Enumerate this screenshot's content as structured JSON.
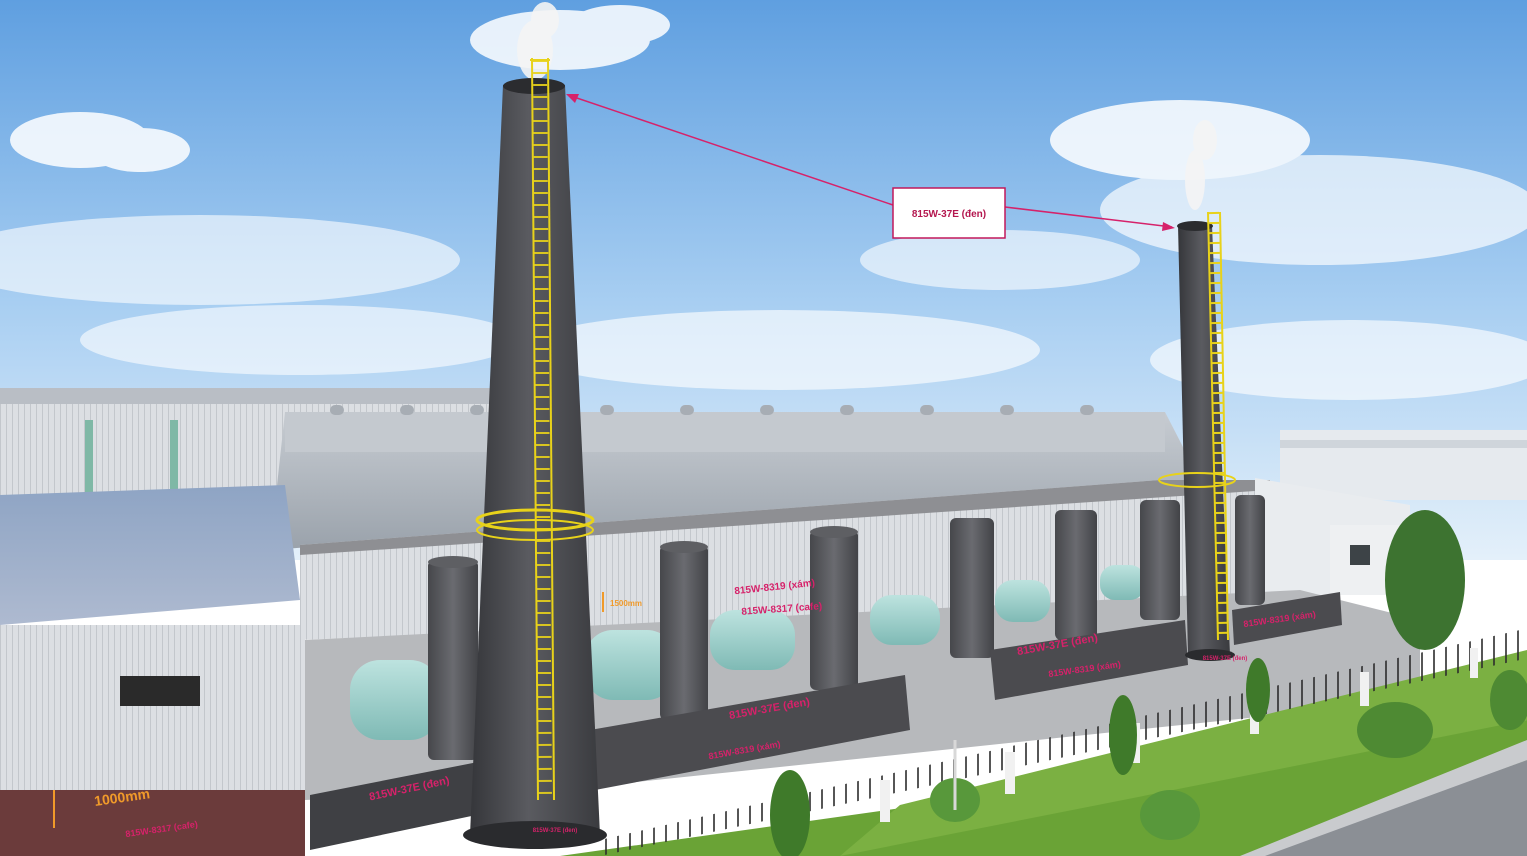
{
  "callout": {
    "label": "815W-37E (đen)"
  },
  "labels": {
    "stack_base_left": "815W-37E (đen)",
    "wall_left_top": "815W-37E (đen)",
    "wall_left_bottom": "815W-8319 (xám)",
    "wall_right_top": "815W-37E (đen)",
    "wall_right_bottom": "815W-8319 (xám)",
    "side_wall_right": "815W-8319 (xám)",
    "silo_top": "815W-8319 (xám)",
    "silo_mid": "815W-8317 (cafe)",
    "base_left": "815W-8317 (cafe)",
    "stack_base_small_left": "815W-37E (đen)",
    "stack_base_small_right": "815W-37E (đen)"
  },
  "dimensions": {
    "dim_1000": "1000mm",
    "dim_1500": "1500mm"
  },
  "colors": {
    "accent_magenta": "#d6226a",
    "dim_orange": "#f09a2a",
    "ladder_yellow": "#e8d21a",
    "chimney_dark": "#4a4b4f",
    "wall_brown": "#6b3b3b"
  }
}
